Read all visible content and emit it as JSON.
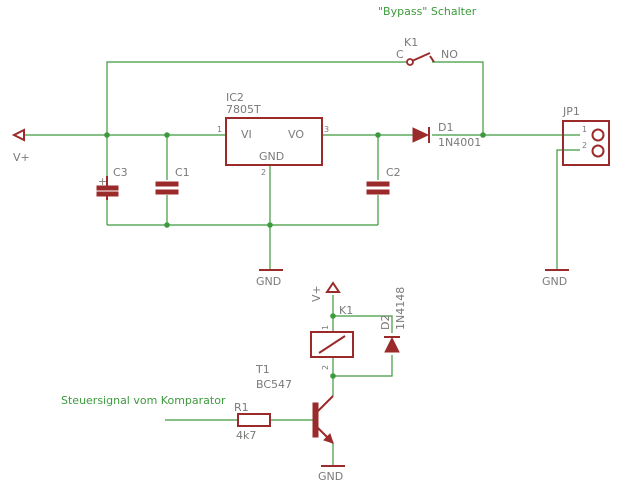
{
  "notes": {
    "bypass": "\"Bypass\" Schalter",
    "control": "Steuersignal vom Komparator"
  },
  "supply": {
    "vplus_left": "V+",
    "vplus_relay": "V+",
    "gnd_regulator": "GND",
    "gnd_jumper": "GND",
    "gnd_transistor": "GND"
  },
  "regulator": {
    "name": "IC2",
    "value": "7805T",
    "pin_vi": "VI",
    "pin_vo": "VO",
    "pin_gnd": "GND",
    "pin1": "1",
    "pin2": "2",
    "pin3": "3"
  },
  "capacitors": {
    "c3": "C3",
    "c3_polarity": "+",
    "c1": "C1",
    "c2": "C2"
  },
  "diode_d1": {
    "name": "D1",
    "value": "1N4001"
  },
  "jumper": {
    "name": "JP1",
    "pin1": "1",
    "pin2": "2"
  },
  "switch_k1": {
    "name": "K1",
    "common": "C",
    "normally_open": "NO"
  },
  "relay_coil": {
    "name": "K1",
    "pin1": "1",
    "pin2": "2"
  },
  "diode_d2": {
    "name": "D2",
    "value": "1N4148"
  },
  "transistor": {
    "name": "T1",
    "value": "BC547"
  },
  "resistor": {
    "name": "R1",
    "value": "4k7"
  }
}
